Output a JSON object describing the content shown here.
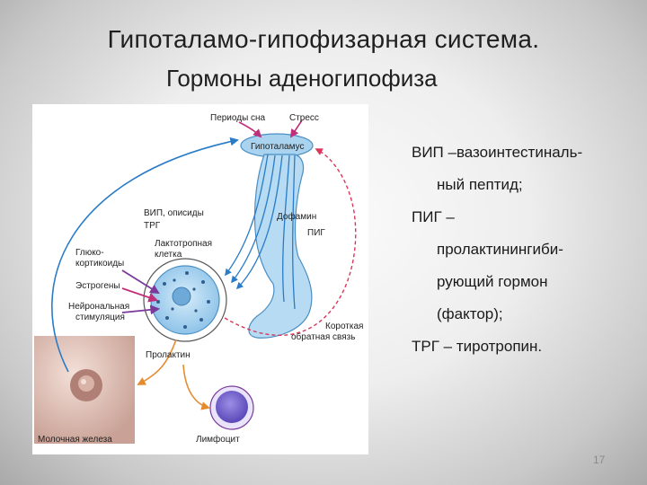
{
  "slide": {
    "title_line1": "Гипоталамо-гипофизарная система.",
    "title_line2": "Гормоны аденогипофиза",
    "page_number": "17"
  },
  "figure": {
    "labels": {
      "sleep": "Периоды сна",
      "stress": "Стресс",
      "hypothalamus": "Гипоталамус",
      "vip_opioids": "ВИП, описиды",
      "trg": "ТРГ",
      "dopamine": "Дофамин",
      "pig": "ПИГ",
      "lactotropic_1": "Лактотропная",
      "lactotropic_2": "клетка",
      "gluco_1": "Глюко-",
      "gluco_2": "кортикоиды",
      "estrogens": "Эстрогены",
      "neuronal_1": "Нейрональная",
      "neuronal_2": "стимуляция",
      "short_1": "Короткая",
      "short_2": "обратная связь",
      "prolactin": "Пролактин",
      "mammary": "Молочная железа",
      "lymphocyte": "Лимфоцит"
    }
  },
  "notes": [
    "ВИП –вазоинтестиналь-",
    "ный пептид;",
    "ПИГ –",
    "пролактинингиби-",
    "рующий гормон",
    "(фактор);",
    "ТРГ – тиротропин."
  ],
  "colors": {
    "gland_blue": "#a9d3ee",
    "gland_edge": "#4a8fc4",
    "arrow_blue": "#2a7cc7",
    "arrow_magenta": "#c0307a",
    "arrow_purple": "#7a3a9a",
    "arrow_orange": "#e68a2e",
    "arrow_red_dashed": "#d9365a",
    "lymphocyte_fill": "#8a7ad8"
  }
}
